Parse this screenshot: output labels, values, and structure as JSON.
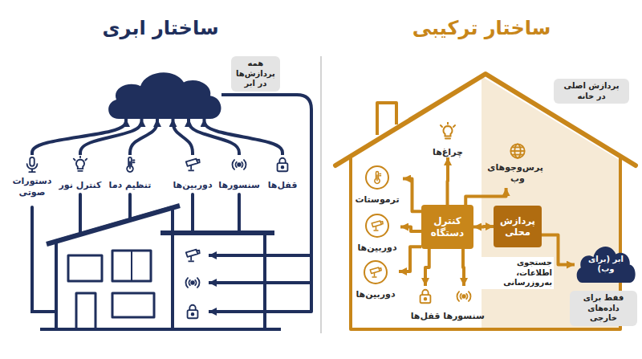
{
  "diagram": {
    "nodes": [
      {
        "text": [
          "پردازش اصلی در خانه"
        ]
      },
      {
        "text": [
          "چراغ‌ها"
        ],
        "in": 0
      },
      {
        "text": [
          "پرس‌وجوهای وب"
        ],
        "in": 0
      },
      {
        "text": [
          "ترموستات"
        ],
        "in": 0
      },
      {
        "text": [
          "کنترل دستگاه"
        ],
        "in": 0
      },
      {
        "text": [
          "پردازش محلی"
        ],
        "in": 0
      },
      {
        "text": [
          "دوربین‌ها"
        ],
        "in": 0
      },
      {
        "text": [
          "دوربین‌ها"
        ],
        "in": 0
      },
      {
        "text": [
          "قفل‌ها"
        ],
        "in": 0
      },
      {
        "text": [
          "سنسورها"
        ],
        "in": 0
      },
      {
        "text": [
          "ابر (برای وب)"
        ]
      },
      {
        "text": [
          "همه پردازش‌ها در ابر"
        ]
      },
      {
        "text": [
          "قفل‌ها"
        ]
      },
      {
        "text": [
          "سنسورها"
        ]
      },
      {
        "text": [
          "دوربین‌ها"
        ]
      },
      {
        "text": [
          "تنظیم دما"
        ]
      },
      {
        "text": [
          "کنترل نور"
        ]
      },
      {
        "text": [
          "دستورات صوتی"
        ]
      }
    ],
    "edges": [
      {
        "from": 4,
        "to": 1,
        "arrow": "to"
      },
      {
        "from": 4,
        "to": 2,
        "arrow": "to"
      },
      {
        "from": 4,
        "to": 3,
        "arrow": "to"
      },
      {
        "from": 4,
        "to": 5,
        "arrow": "both"
      },
      {
        "from": 4,
        "to": 6,
        "arrow": "to"
      },
      {
        "from": 4,
        "to": 7,
        "arrow": "to"
      },
      {
        "from": 4,
        "to": 8,
        "arrow": "to"
      },
      {
        "from": 4,
        "to": 9,
        "arrow": "to"
      },
      {
        "from": 5,
        "to": 10,
        "label": "جستجوی اطلاعات، به‌روزرسانی",
        "arrow": "to"
      },
      {
        "from": 12,
        "to": 11,
        "arrow": "to"
      },
      {
        "from": 13,
        "to": 11,
        "arrow": "to"
      },
      {
        "from": 14,
        "to": 11,
        "arrow": "to"
      },
      {
        "from": 15,
        "to": 11,
        "arrow": "to"
      },
      {
        "from": 16,
        "to": 11,
        "arrow": "to"
      },
      {
        "from": 17,
        "to": 11,
        "arrow": "to"
      }
    ],
    "labels": [
      "ساختار ترکیبی",
      "ساختار ابری",
      "فقط برای داده‌های خارجی"
    ]
  }
}
